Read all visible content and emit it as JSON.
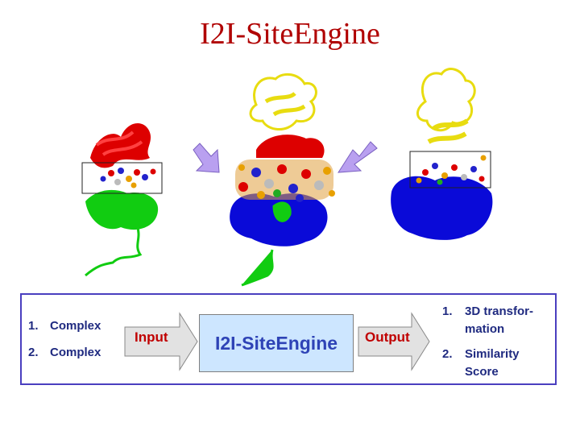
{
  "slide": {
    "title": "I2I-SiteEngine"
  },
  "flow": {
    "inputs": [
      {
        "num": "1.",
        "label": "Complex"
      },
      {
        "num": "2.",
        "label": "Complex"
      }
    ],
    "input_arrow_label": "Input",
    "engine_label": "I2I-SiteEngine",
    "output_arrow_label": "Output",
    "outputs": [
      {
        "num": "1.",
        "label": "3D transfor-mation"
      },
      {
        "num": "2.",
        "label": "Similarity Score"
      }
    ]
  },
  "colors": {
    "title": "#b00000",
    "chain_red": "#dd0000",
    "chain_green": "#11cc11",
    "chain_blue": "#0a0ad8",
    "chain_yellow": "#e8dc10",
    "pointer_arrow": "#b9a0f0",
    "engine_fill": "#cde6ff",
    "frame": "#4a3fbf"
  }
}
